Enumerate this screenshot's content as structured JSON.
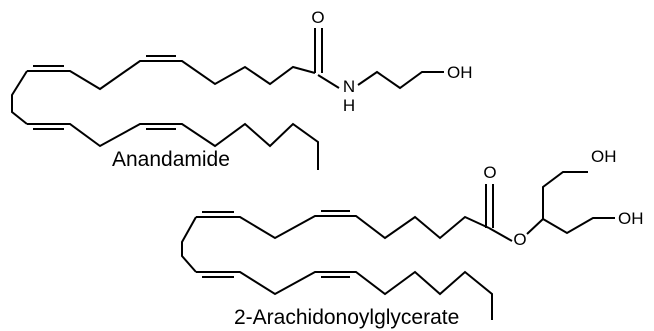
{
  "molecules": [
    {
      "name": "Anandamide",
      "atoms": {
        "carbonyl_oxygen": "O",
        "amide_nitrogen": "N",
        "amide_hydrogen": "H",
        "hydroxyl": "OH"
      }
    },
    {
      "name": "2-Arachidonoylglycerate",
      "atoms": {
        "carbonyl_oxygen": "O",
        "ester_oxygen": "O",
        "hydroxyl_upper": "OH",
        "hydroxyl_lower": "OH"
      }
    }
  ]
}
